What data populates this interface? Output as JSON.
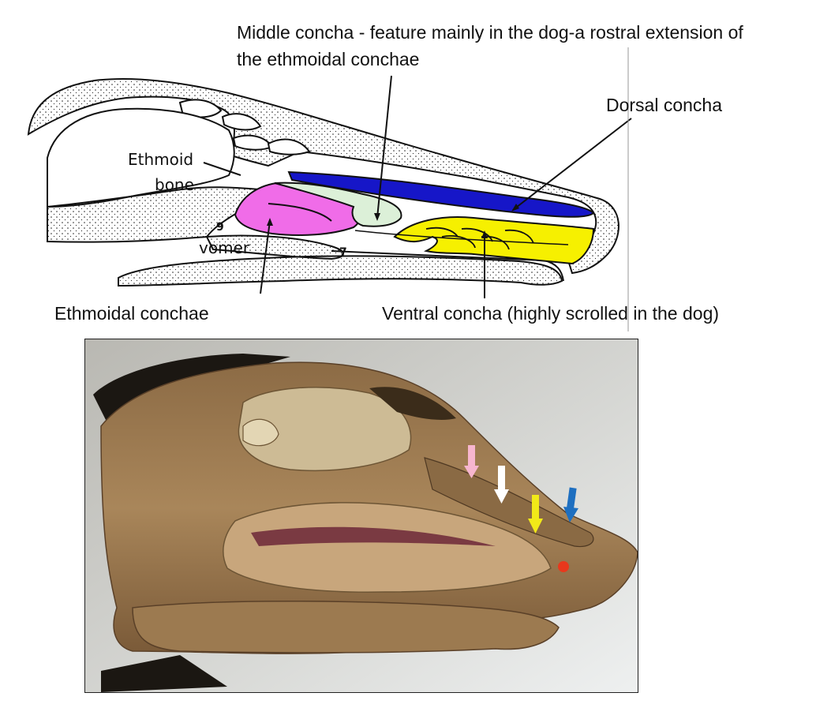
{
  "labels": {
    "middle_concha_line1": "Middle concha - feature mainly in  the dog-a rostral extension of",
    "middle_concha_line2": "the ethmoidal conchae",
    "dorsal_concha": "Dorsal concha",
    "ethmoid_bone_1": "Ethmoid",
    "ethmoid_bone_2": "bone",
    "vomer": "vomer",
    "num_9": "9",
    "num_7": "7",
    "ethmoidal_conchae": "Ethmoidal conchae",
    "ventral_concha": "Ventral concha (highly scrolled in the dog)"
  },
  "colors": {
    "ethmoidal_conchae": "#f06ce8",
    "middle_concha": "#dcf0d8",
    "dorsal_concha": "#1616c8",
    "ventral_concha": "#f6f000",
    "pink_arrow": "#f7b6cf",
    "white_arrow": "#ffffff",
    "yellow_arrow": "#f2ea18",
    "blue_arrow": "#1e6fc0",
    "marker": "#e8381c"
  },
  "photo_arrows": [
    "pink-arrow",
    "white-arrow",
    "yellow-arrow",
    "blue-arrow"
  ]
}
